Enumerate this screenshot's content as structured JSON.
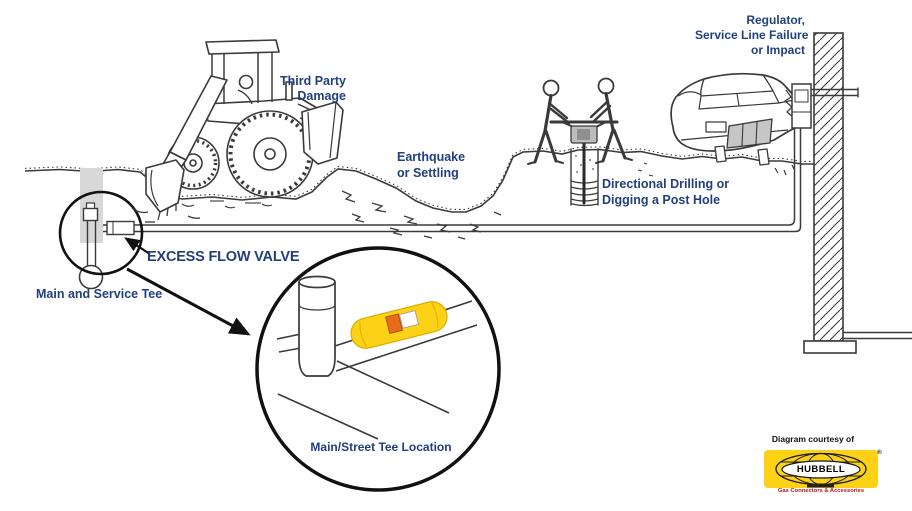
{
  "page": {
    "background": "#ffffff",
    "title": "Excess Flow Valve Safety Diagram"
  },
  "labels": {
    "third_party": {
      "line1": "Third Party",
      "line2": "Damage"
    },
    "earthquake": {
      "line1": "Earthquake",
      "line2": "or Settling"
    },
    "drilling": {
      "line1": "Directional Drilling or",
      "line2": "Digging a Post Hole"
    },
    "regulator": {
      "line1": "Regulator,",
      "line2": "Service Line Failure",
      "line3": "or Impact"
    },
    "excess_flow_valve": "EXCESS FLOW VALVE",
    "main_service_tee": "Main and Service Tee",
    "main_street_tee": "Main/Street Tee Location"
  },
  "credit": {
    "courtesy": "Diagram courtesy of",
    "brand": "HUBBELL",
    "registered": "®",
    "tagline": "Gas Connectors & Accessories"
  },
  "colors": {
    "label_navy": "#21407e",
    "line_ink": "#3a3a3a",
    "valve_yellow": "#fcd116",
    "valve_orange": "#e96b1c",
    "logo_yellow": "#fcd116",
    "tagline_red": "#b3151a",
    "riser_gray": "#d8d8d8"
  },
  "scene": {
    "illustrations": [
      "backhoe",
      "post-hole-diggers",
      "crashed-car",
      "building-wall",
      "gas-main-and-service-tee",
      "magnified-tee-detail",
      "excess-flow-valve-capsule"
    ]
  }
}
